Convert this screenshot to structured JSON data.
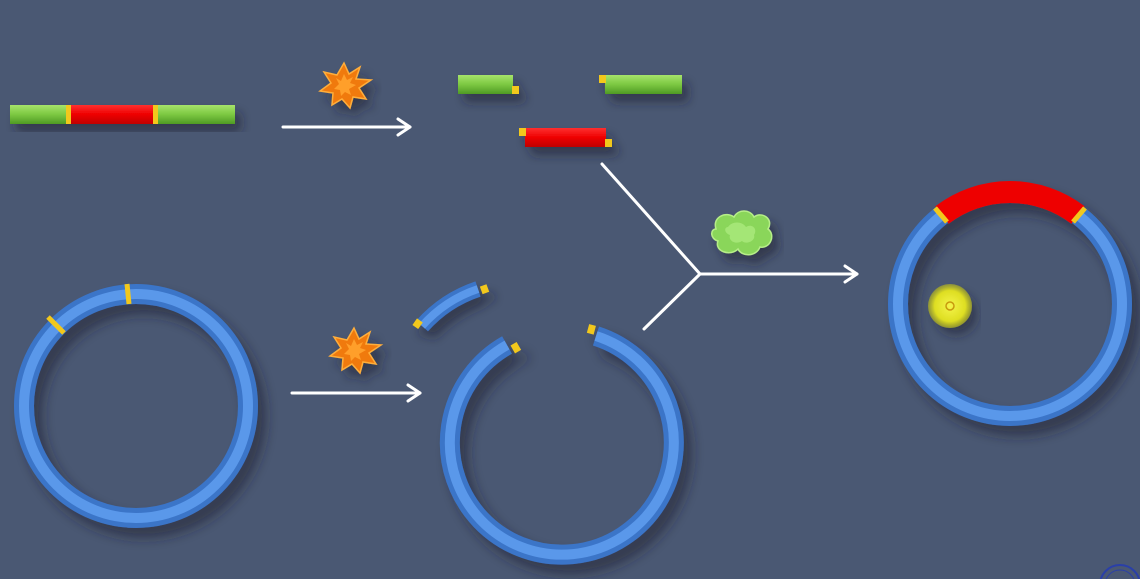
{
  "colors": {
    "background": "#4a5873",
    "dna_fragment": "#7cc842",
    "gene_insert": "#ee0000",
    "plasmid": "#4a86dc",
    "sticky_end": "#f2c81c",
    "restriction_enzyme": "#f07a10",
    "ligase": "#8ad65a",
    "selection_marker": "#d8d820",
    "arrow": "#ffffff"
  },
  "icons": {
    "restriction_enzyme": "orange-starburst-icon",
    "ligase": "green-blob-icon",
    "selection_marker": "yellow-dot-icon"
  },
  "steps": [
    "linear-dna-cut",
    "plasmid-cut",
    "ligation"
  ]
}
